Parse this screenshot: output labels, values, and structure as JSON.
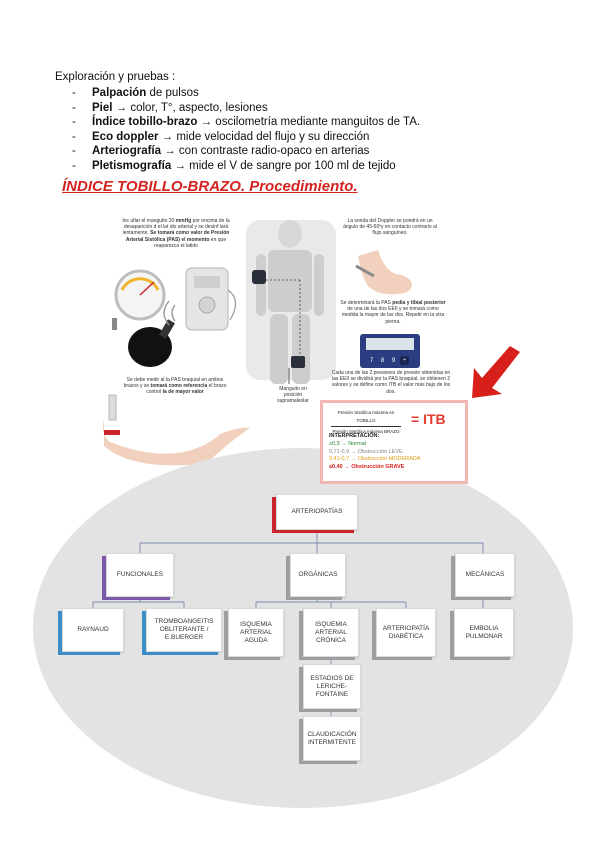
{
  "intro": "Exploración y pruebas :",
  "items": [
    {
      "term": "Palpación",
      "rest": " de pulsos"
    },
    {
      "term": "Piel",
      "rest": " → color, T°, aspecto, lesiones"
    },
    {
      "term": "Índice tobillo-brazo",
      "rest": " → oscilometría mediante manguitos de TA."
    },
    {
      "term": "Eco doppler",
      "rest": " → mide velocidad del flujo y su dirección"
    },
    {
      "term": "Arteriografía",
      "rest": " → con contraste radio-opaco en arterias"
    },
    {
      "term": "Pletismografía",
      "rest": " → mide el V de sangre por 100 ml de tejido"
    }
  ],
  "itb_title": "ÍNDICE TOBILLO-BRAZO. Procedimiento.",
  "notes": {
    "inflate": {
      "a": "Inc uflar el manguito 20 ",
      "b": "mmHg",
      "c": " por encima de la desaparición d el lat ido arterial y se desinf lará lentamente. ",
      "d": "Se tomará como valor de Presión Arterial Sistólica (PAS) el momento",
      "e": " en que reaparezca el latido"
    },
    "doppler": "La sonda del Doppler se pondrá en un ángulo de 45-60ºy en contacto contrario al flujo sanguíneo.",
    "pedia": {
      "a": "Se determinará la PAS ",
      "b": "pedia y tibial posterior",
      "c": " de una de las dos EEII y se tomará como medida la mayor de las dos. Repetir en la otra pierna."
    },
    "arm": {
      "a": "Se debe medir al la PAS braquial en ambos brazos y se ",
      "b": "tomará como referencia",
      "c": " el brazo control ",
      "d": "la de mayor valor"
    },
    "cuff": "Manguito en posición supramaleolar",
    "calc": "Cada una de las 2 presiones de presión obtenidas en las EEII se dividirá por la PAS braquial, se obtienen 2 valores y se define como ITB el valor más bajo de los dos."
  },
  "calc_buttons": [
    "7",
    "8",
    "9",
    "÷"
  ],
  "itb_box": {
    "formula_top": "Presión Sistólica máxima en TOBILLO",
    "formula_bottom": "Presión Sistólica máxima BRAZO",
    "equals": "= ITB",
    "heading": "INTERPRETACIÓN:",
    "rows": [
      "≥0,9 → Normal",
      "0,71-0,9 → Obstrucción LEVE",
      "0,41-0,7 → Obstrucción MODERADA",
      "≤0,40 → Obstrucción GRAVE"
    ]
  },
  "diagram": {
    "root": "ARTERIOPATÍAS",
    "level1": [
      "FUNCIONALES",
      "ORGÁNICAS",
      "MECÁNICAS"
    ],
    "funcionales": [
      "RAYNAUD",
      "TROMBOANGEITIS OBLITERANTE / E.BUERGER"
    ],
    "organicas": [
      "ISQUEMIA ARTERIAL AGUDA",
      "ISQUEMIA ARTERIAL CRÓNICA",
      "ARTERIOPATÍA DIABÉTICA"
    ],
    "mecanicas": [
      "EMBOLIA PULMONAR"
    ],
    "cronica_chain": [
      "ESTADIOS DE LERICHE-FONTAINE",
      "CLAUDICACIÓN INTERMITENTE"
    ]
  },
  "colors": {
    "title_red": "#d2231f",
    "arrow_red": "#d8201a",
    "root_accent": "#c9242b",
    "func_accent": "#7b59a8",
    "func_child_accent": "#3c8fc6",
    "org_accent": "#9e9e9e",
    "cuff": "#2a2f3a"
  }
}
